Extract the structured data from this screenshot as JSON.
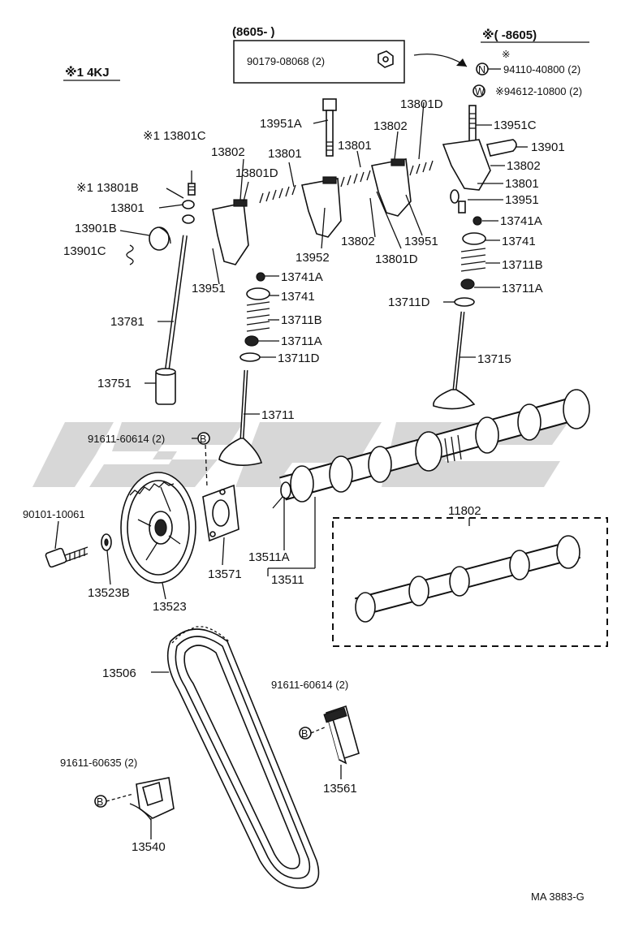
{
  "diagram": {
    "code": "MA  3883-G",
    "header": {
      "left_note": "※1 4KJ",
      "box_range": "(8605-        )",
      "box_part": "90179-08068 (2)",
      "right_range": "※(        -8605)",
      "n_mark": "N",
      "w_mark": "W",
      "n_star": "※",
      "n_part": "94110-40800 (2)",
      "w_part": "※94612-10800 (2)"
    },
    "callouts": {
      "p13951A": "13951A",
      "p13801D_top": "13801D",
      "p13802_top": "13802",
      "p13951C": "13951C",
      "p13901": "13901",
      "p13802_r": "13802",
      "p13801_r": "13801",
      "p13951_r": "13951",
      "p13801C": "※1 13801C",
      "p13802_l": "13802",
      "p13801_a": "13801",
      "p13801_b": "13801",
      "p13801D_l": "13801D",
      "p13801B": "※1 13801B",
      "p13801_l": "13801",
      "p13901B": "13901B",
      "p13901C": "13901C",
      "p13951_l": "13951",
      "p13952": "13952",
      "p13802_m": "13802",
      "p13801D_m": "13801D",
      "p13951_m": "13951",
      "p13741A_r": "13741A",
      "p13741_r": "13741",
      "p13711B_r": "13711B",
      "p13711A_r": "13711A",
      "p13711D_r": "13711D",
      "p13715": "13715",
      "p13741A_l": "13741A",
      "p13741_l": "13741",
      "p13711B_l": "13711B",
      "p13711A_l": "13711A",
      "p13711D_l": "13711D",
      "p13781": "13781",
      "p13751": "13751",
      "p13711": "13711",
      "p91611_60614_a": "91611-60614 (2)",
      "b_mark": "B",
      "p90101": "90101-10061",
      "p13523B": "13523B",
      "p13523": "13523",
      "p13571": "13571",
      "p13511A": "13511A",
      "p13511": "13511",
      "p11802": "11802",
      "p13506": "13506",
      "p91611_60614_b": "91611-60614 (2)",
      "p13561": "13561",
      "p91611_60635": "91611-60635 (2)",
      "p13540": "13540"
    },
    "watermark_color": "#d0d0d0"
  }
}
